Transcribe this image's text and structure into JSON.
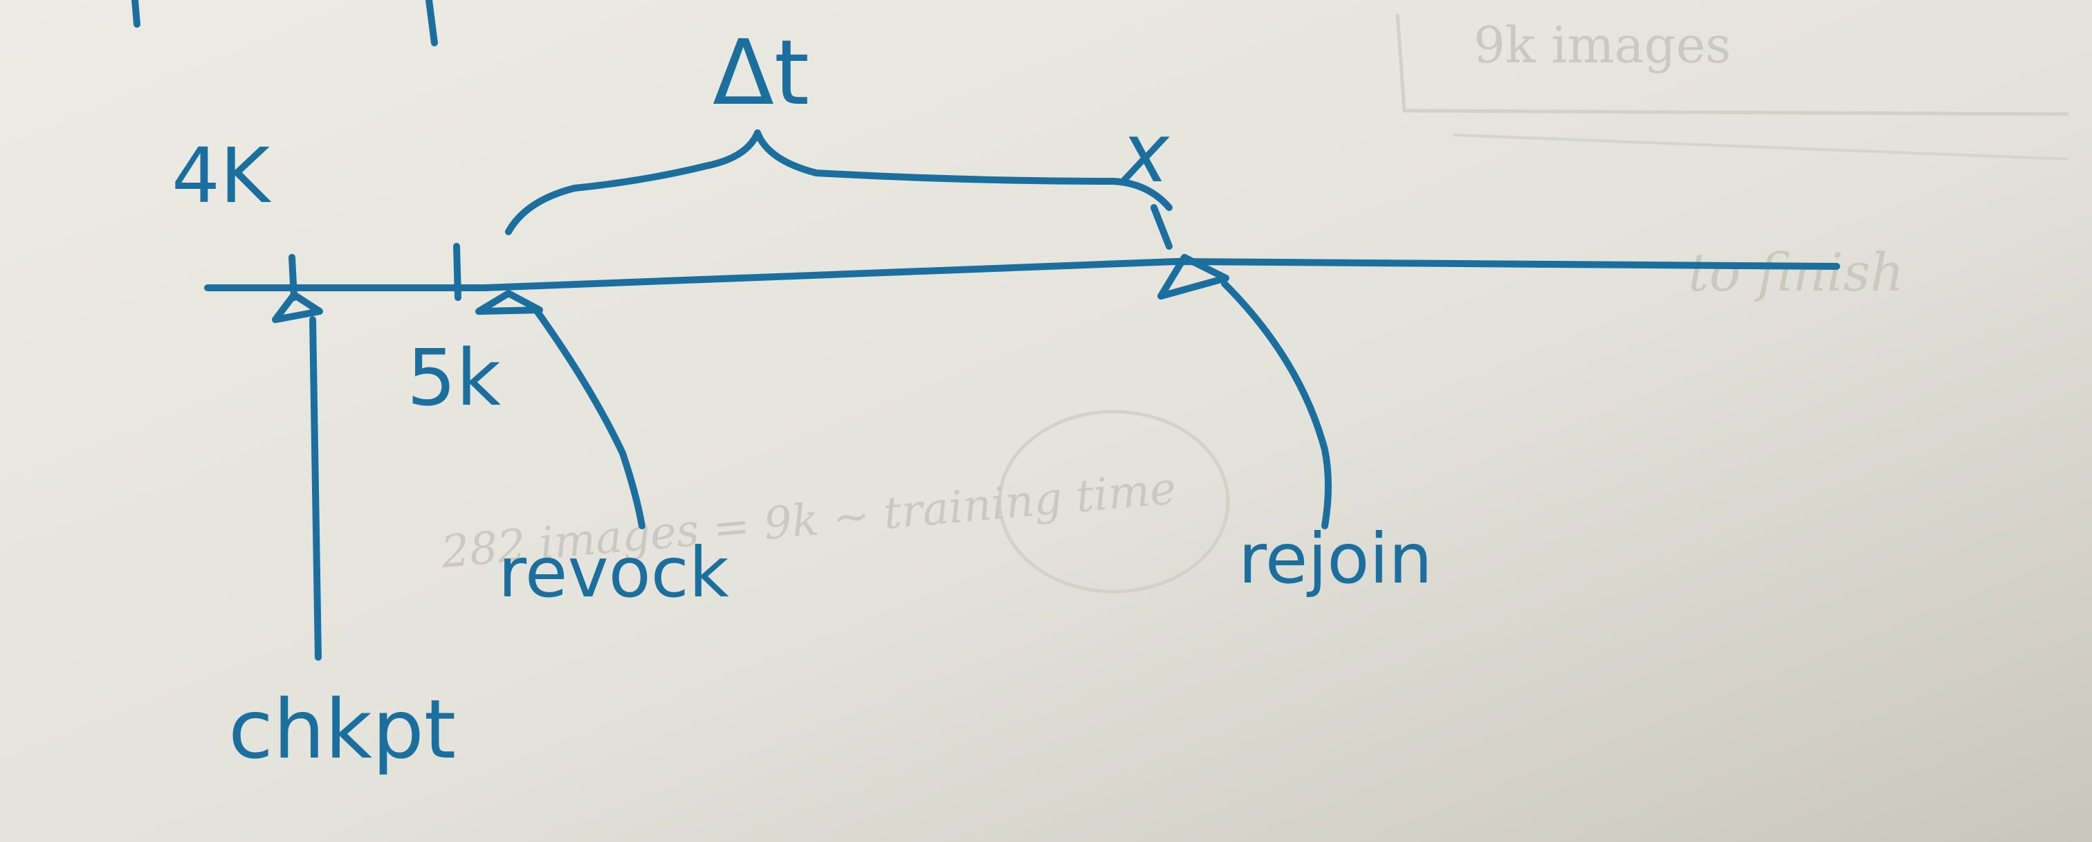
{
  "diagram": {
    "labels": {
      "mark_4k": "4K",
      "mark_5k": "5k",
      "delta_t": "Δt",
      "x_mark": "x",
      "chkpt": "chkpt",
      "revoke": "revock",
      "rejoin": "rejoin"
    },
    "ghost_text": {
      "line_1": "9k images",
      "line_2": "to finish",
      "line_3": "282 images = 9k ~ training time"
    },
    "colors": {
      "ink": "#1a6f9e",
      "paper": "#e6e5dd",
      "ghost": "#c6c5bb"
    }
  }
}
